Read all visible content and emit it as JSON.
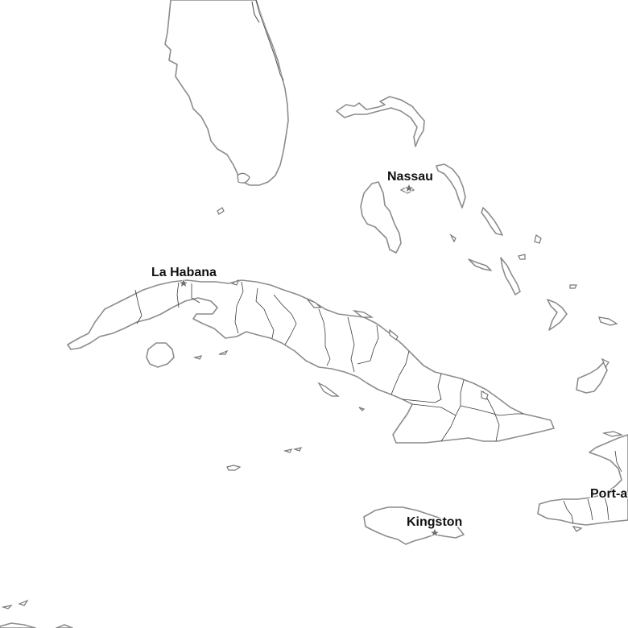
{
  "map": {
    "cities": [
      {
        "id": "la-habana",
        "name": "La Habana",
        "capital": true
      },
      {
        "id": "nassau",
        "name": "Nassau",
        "capital": true
      },
      {
        "id": "kingston",
        "name": "Kingston",
        "capital": true
      },
      {
        "id": "port-au-prince",
        "name": "Port-a",
        "capital": true
      }
    ],
    "colors": {
      "background": "#ffffff",
      "coastline": "#8c8c8c",
      "admin_boundary": "#3a3a3a",
      "label": "#111111",
      "marker": "#6e6e6e"
    }
  }
}
